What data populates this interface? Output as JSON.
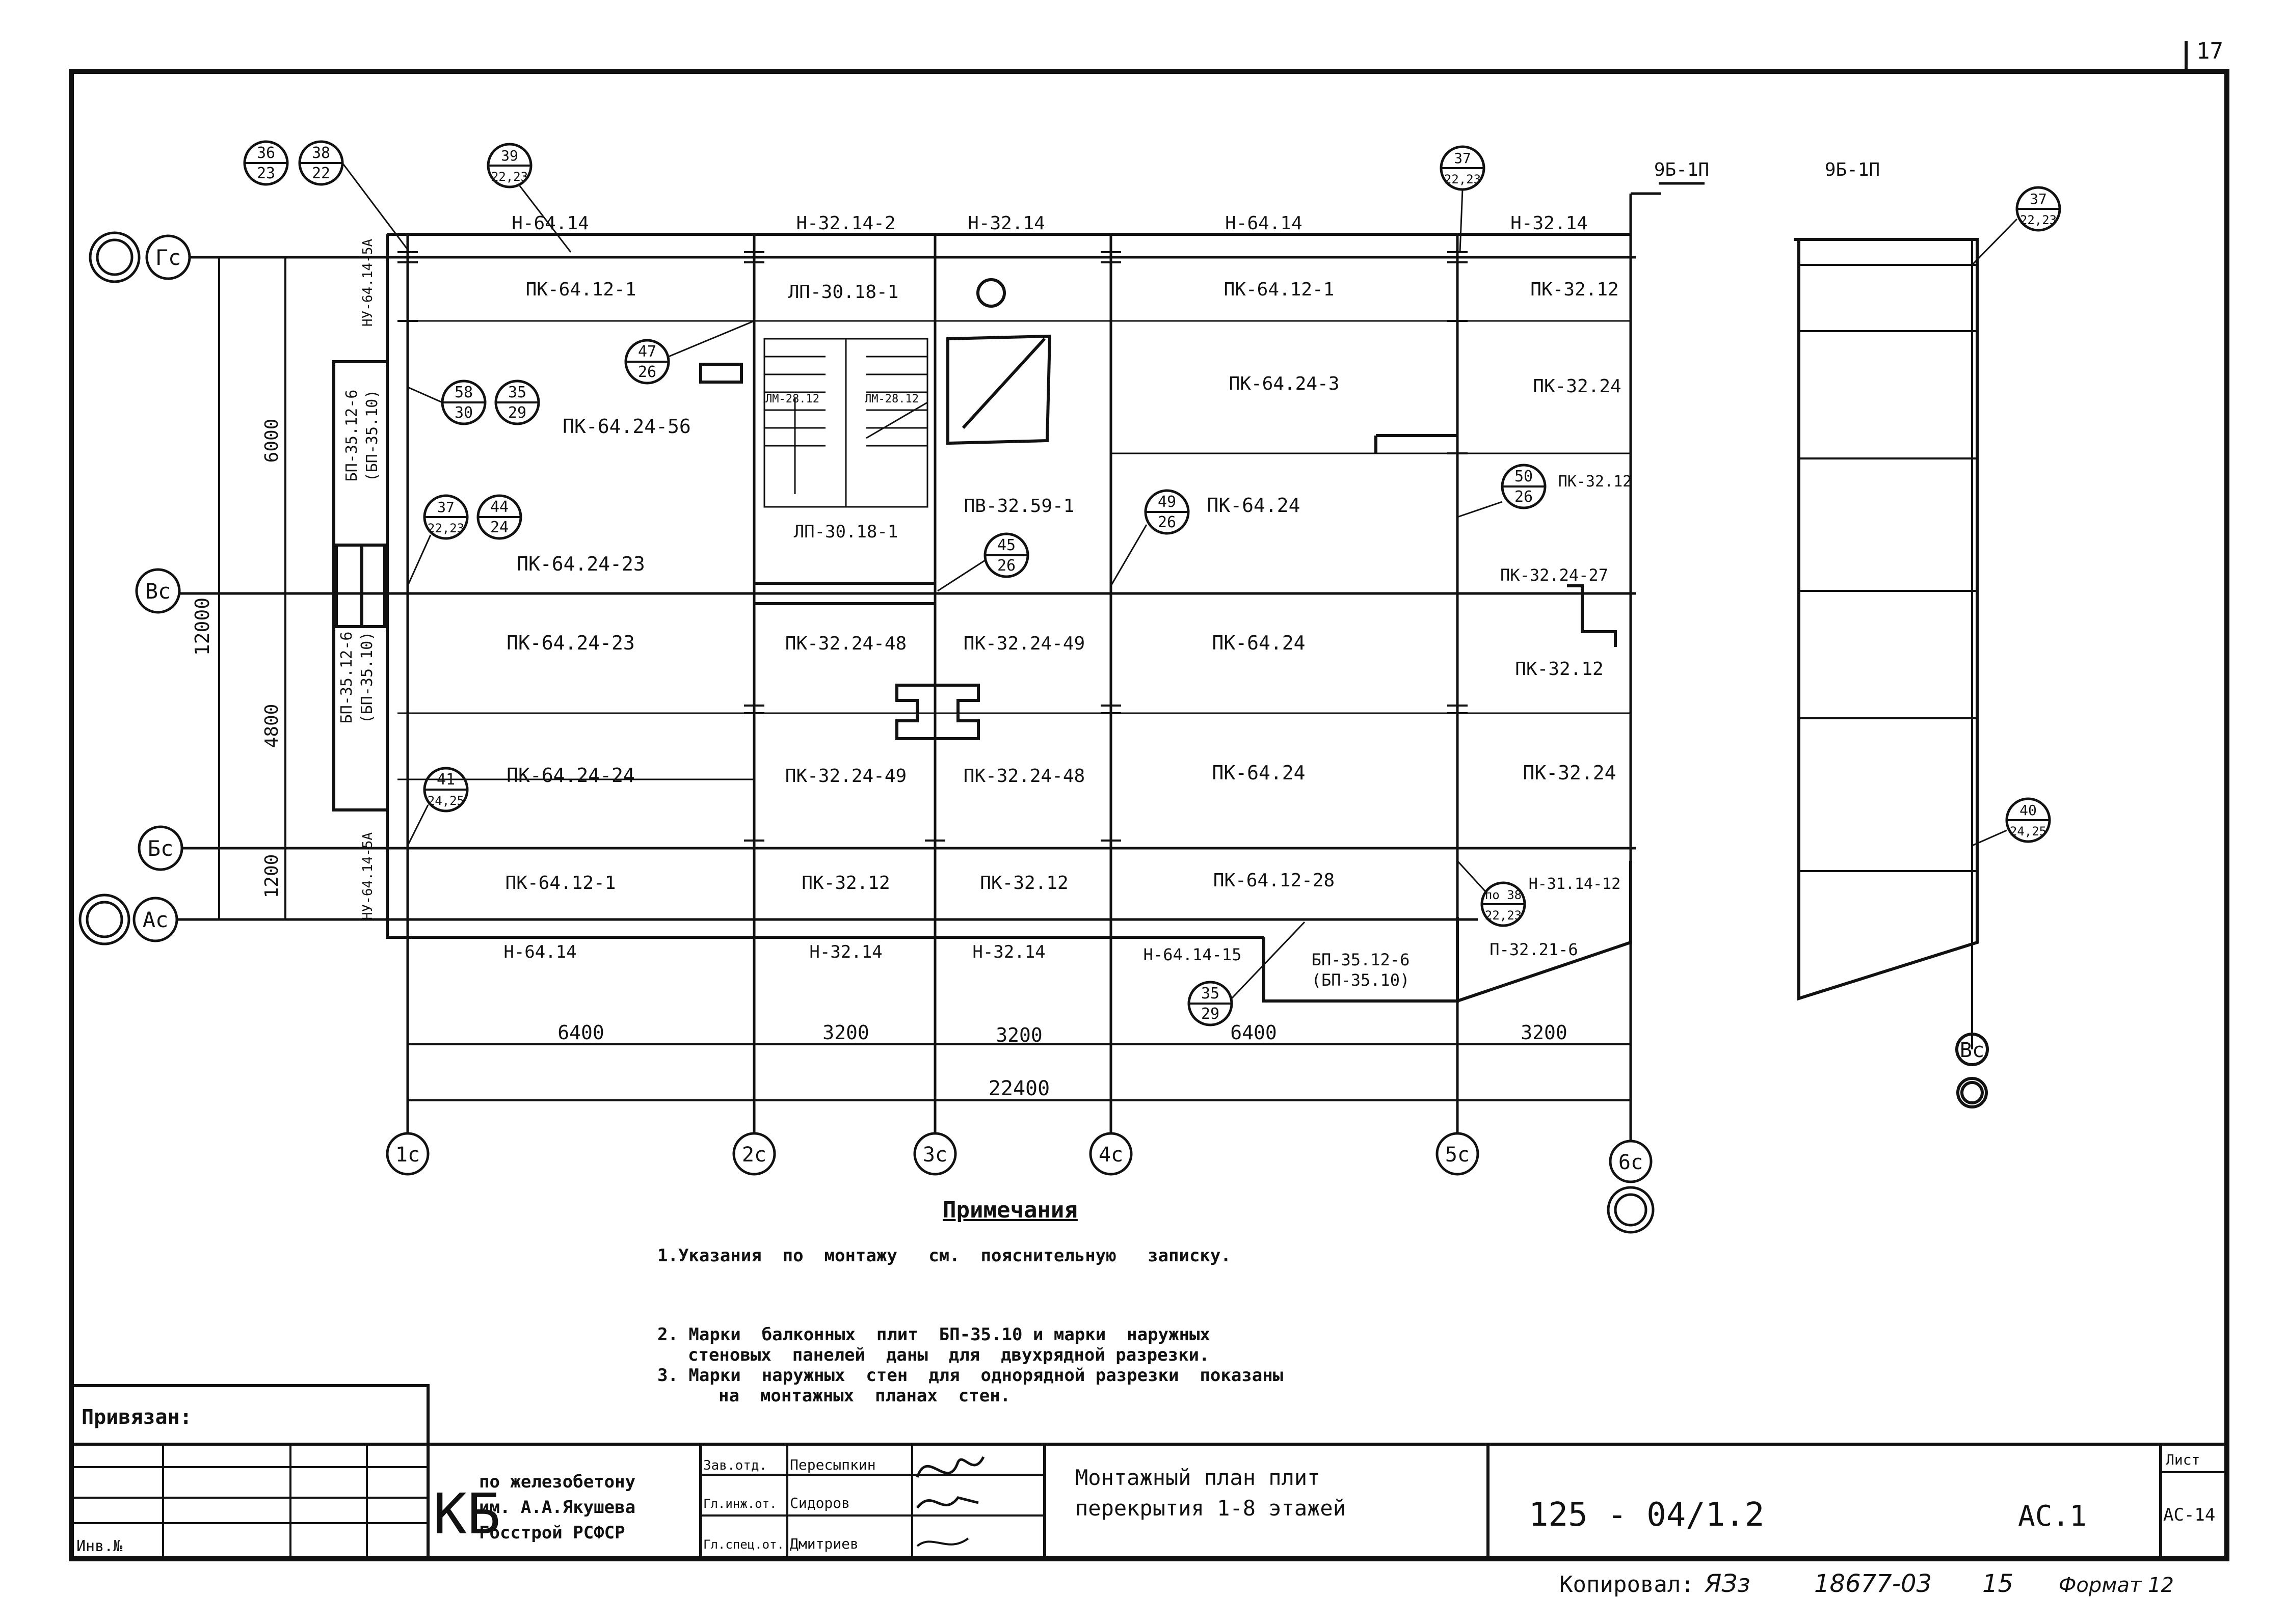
{
  "sheet_number": "17",
  "axes": {
    "rows": [
      "Гс",
      "Вс",
      "Бс",
      "Ас"
    ],
    "cols": [
      "1с",
      "2с",
      "3с",
      "4с",
      "5с",
      "6с"
    ]
  },
  "dimensions": {
    "bottom": [
      "6400",
      "3200",
      "3200",
      "6400",
      "3200"
    ],
    "total": "22400",
    "left": [
      "6000",
      "4800",
      "1200"
    ],
    "left_total": "12000"
  },
  "top_lintels": [
    "Н-64.14",
    "Н-32.14-2",
    "Н-32.14",
    "Н-64.14",
    "Н-32.14"
  ],
  "bottom_lintels": [
    "Н-64.14",
    "Н-32.14",
    "Н-32.14",
    "Н-64.14-15",
    "П-32.21-6"
  ],
  "right_lintel": "Н-31.14-12",
  "side_lintels": [
    "НУ-64.14-5А",
    "НУ-64.14-5А"
  ],
  "slabs": {
    "r1": [
      "ПК-64.12-1",
      "ЛП-30.18-1",
      "ПК-64.12-1",
      "ПК-32.12"
    ],
    "r2": [
      "ПК-64.24-56",
      "ПК-64.24-3",
      "ПК-32.24"
    ],
    "r3": [
      "ПК-64.24-23",
      "ЛП-30.18-1",
      "ПВ-32.59-1",
      "ПК-64.24",
      "ПК-32.12"
    ],
    "r4": [
      "ПК-64.24-23",
      "ПК-32.24-48",
      "ПК-32.24-49",
      "ПК-64.24",
      "ПК-32.12",
      "ПК-32.24-27"
    ],
    "r5": [
      "ПК-64.24-24",
      "ПК-32.24-49",
      "ПК-32.24-48",
      "ПК-64.24",
      "ПК-32.24"
    ],
    "r6": [
      "ПК-64.12-1",
      "ПК-32.12",
      "ПК-32.12",
      "ПК-64.12-28"
    ],
    "stair": [
      "ЛМ-28.12",
      "ЛМ-28.12"
    ]
  },
  "balcony": {
    "left_top": "БП-35.12-6",
    "left_top_alt": "(БП-35.10)",
    "left_bottom": "БП-35.12-6",
    "left_bottom_alt": "(БП-35.10)",
    "bottom": "БП-35.12-6",
    "bottom_alt": "(БП-35.10)"
  },
  "callouts": [
    {
      "num": "36",
      "ref": "23"
    },
    {
      "num": "38",
      "ref": "22"
    },
    {
      "num": "39",
      "ref": "22,23"
    },
    {
      "num": "37",
      "ref": "22,23"
    },
    {
      "num": "47",
      "ref": "26"
    },
    {
      "num": "58",
      "ref": "30"
    },
    {
      "num": "35",
      "ref": "29"
    },
    {
      "num": "37",
      "ref": "22,23"
    },
    {
      "num": "44",
      "ref": "24"
    },
    {
      "num": "45",
      "ref": "26"
    },
    {
      "num": "49",
      "ref": "26"
    },
    {
      "num": "50",
      "ref": "26"
    },
    {
      "num": "41",
      "ref": "24,25"
    },
    {
      "num": "35",
      "ref": "29"
    },
    {
      "num": "по 38",
      "ref": "22,23"
    },
    {
      "num": "37",
      "ref": "22,23"
    },
    {
      "num": "40",
      "ref": "24,25"
    }
  ],
  "section_labels": [
    "9Б-1П",
    "9Б-1П"
  ],
  "section_axis": "Вс",
  "notes": {
    "heading": "Примечания",
    "items": [
      "1.Указания  по  монтажу   см.  пояснительную   записку.",
      "2. Марки  балконных  плит  БП-35.10 и марки  наружных",
      "стеновых  панелей  даны  для  двухрядной разрезки.",
      "3. Марки  наружных  стен  для  однорядной разрезки  показаны",
      "на  монтажных  планах  стен."
    ]
  },
  "title_block": {
    "bound_label": "Привязан:",
    "inv_label": "Инв.№",
    "kb": "КБ",
    "org": [
      "по железобетону",
      "им. А.А.Якушева",
      "Госстрой РСФСР"
    ],
    "roles": [
      "Зав.отд.",
      "Гл.инж.от.",
      "Гл.спец.от."
    ],
    "names": [
      "Пересыпкин",
      "Сидоров",
      "Дмитриев"
    ],
    "title": [
      "Монтажный   план  плит",
      "перекрытия   1-8  этажей"
    ],
    "project": "125 - 04/1.2",
    "sheet_code": "АС.1",
    "sheet_label": "Лист",
    "sheet_value": "АС-14",
    "copied": "Копировал:",
    "copy_sign": "ЯЗз",
    "doc_no": "18677-03",
    "doc_page": "15",
    "format": "Формат 12"
  }
}
